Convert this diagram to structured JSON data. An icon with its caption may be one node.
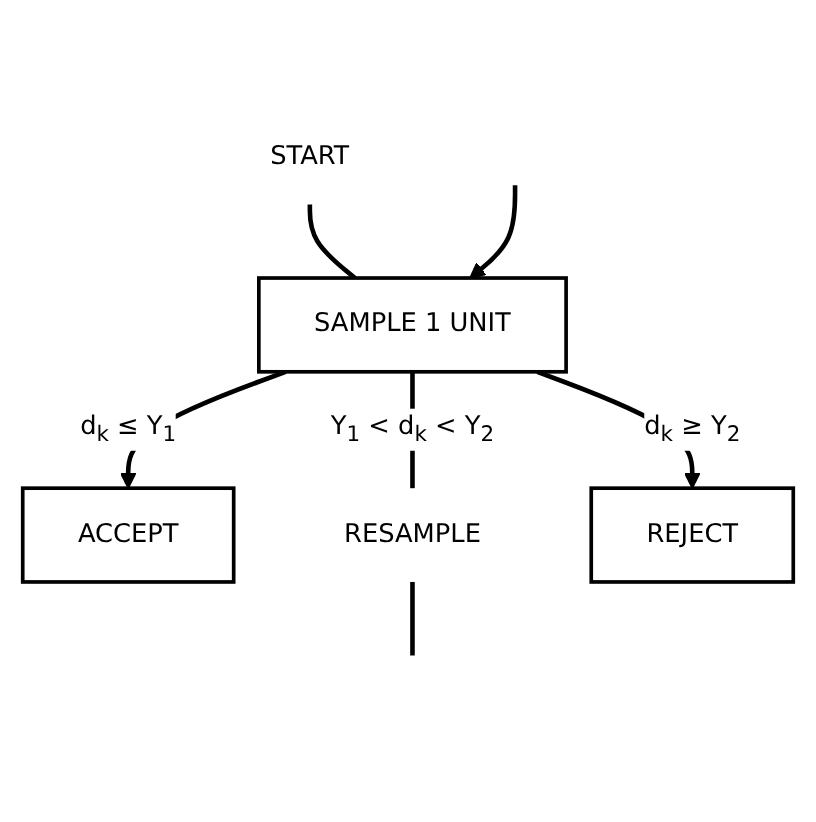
{
  "diagram": {
    "nodes": [
      {
        "text": [
          "START"
        ]
      },
      {
        "text": [
          "SAMPLE 1 UNIT"
        ]
      },
      {
        "text": [
          "ACCEPT"
        ]
      },
      {
        "text": [
          "RESAMPLE"
        ]
      },
      {
        "text": [
          "REJECT"
        ]
      }
    ],
    "edges": [
      {
        "from": 0,
        "to": 1,
        "arrow": "none"
      },
      {
        "from": null,
        "to": 1,
        "arrow": "to"
      },
      {
        "from": 1,
        "to": 2,
        "label": "d$_{k}$ ≤ Y$_{1}$",
        "arrow": "to"
      },
      {
        "from": 1,
        "to": 3,
        "label": "Y$_{1}$ < d$_{k}$ < Y$_{2}$",
        "arrow": "none"
      },
      {
        "from": 1,
        "to": 4,
        "label": "d$_{k}$ ≥ Y$_{2}$",
        "arrow": "to"
      },
      {
        "from": 3,
        "to": null,
        "arrow": "none"
      }
    ]
  }
}
